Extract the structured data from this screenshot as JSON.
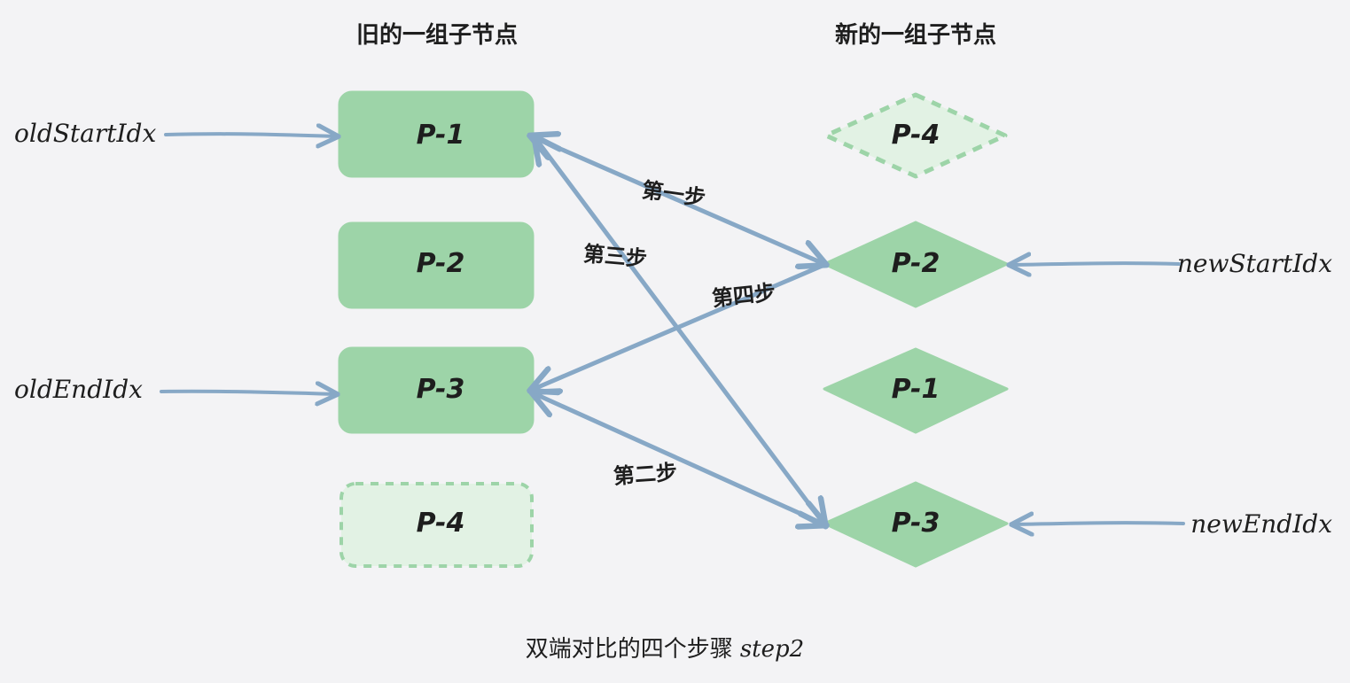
{
  "headings": {
    "old": "旧的一组子节点",
    "new": "新的一组子节点"
  },
  "pointers": {
    "old_start": "oldStartIdx",
    "old_end": "oldEndIdx",
    "new_start": "newStartIdx",
    "new_end": "newEndIdx"
  },
  "old_nodes": [
    {
      "label": "P-1",
      "style": "solid"
    },
    {
      "label": "P-2",
      "style": "solid"
    },
    {
      "label": "P-3",
      "style": "solid"
    },
    {
      "label": "P-4",
      "style": "dashed"
    }
  ],
  "new_nodes": [
    {
      "label": "P-4",
      "style": "dashed"
    },
    {
      "label": "P-2",
      "style": "solid"
    },
    {
      "label": "P-1",
      "style": "solid"
    },
    {
      "label": "P-3",
      "style": "solid"
    }
  ],
  "steps": {
    "first": "第一步",
    "second": "第二步",
    "third": "第三步",
    "fourth": "第四步"
  },
  "caption": {
    "text": "双端对比的四个步骤",
    "suffix": "step2"
  },
  "colors": {
    "background": "#f3f3f5",
    "node_fill": "#9dd4a8",
    "node_light_fill": "#e2f2e4",
    "node_dashed_stroke": "#9dd4a8",
    "arrow": "#87a8c6",
    "text": "#1e1e1e"
  }
}
